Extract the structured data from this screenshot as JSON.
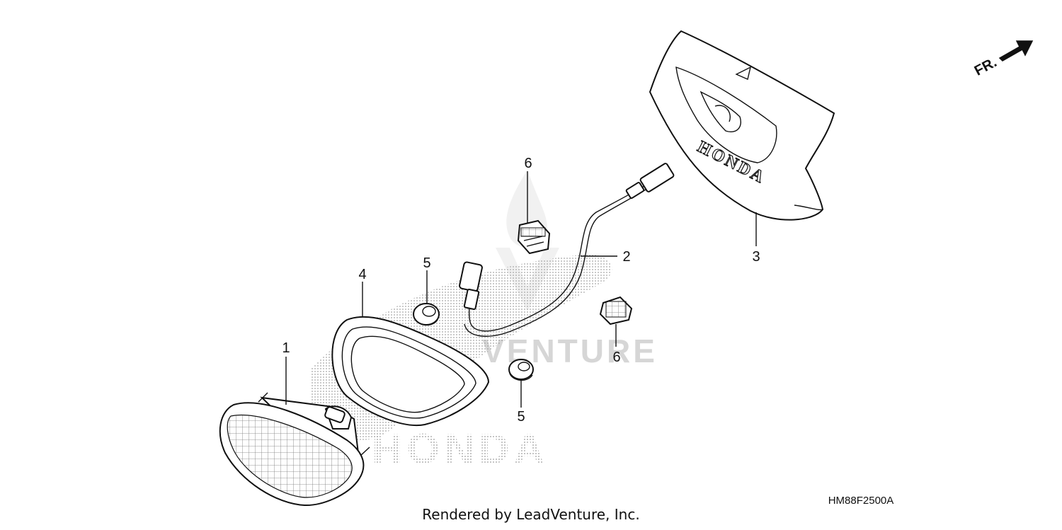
{
  "diagram": {
    "direction_label": "FR.",
    "diagram_code": "HM88F2500A",
    "footer": "Rendered by LeadVenture, Inc.",
    "brand_marking": "HONDA",
    "watermark_text": "VENTURE",
    "callouts": {
      "c1": "1",
      "c2": "2",
      "c3": "3",
      "c4": "4",
      "c5a": "5",
      "c5b": "5",
      "c6a": "6",
      "c6b": "6"
    },
    "icons": [
      "front-direction-arrow-icon",
      "leadventure-flame-watermark-icon"
    ]
  }
}
